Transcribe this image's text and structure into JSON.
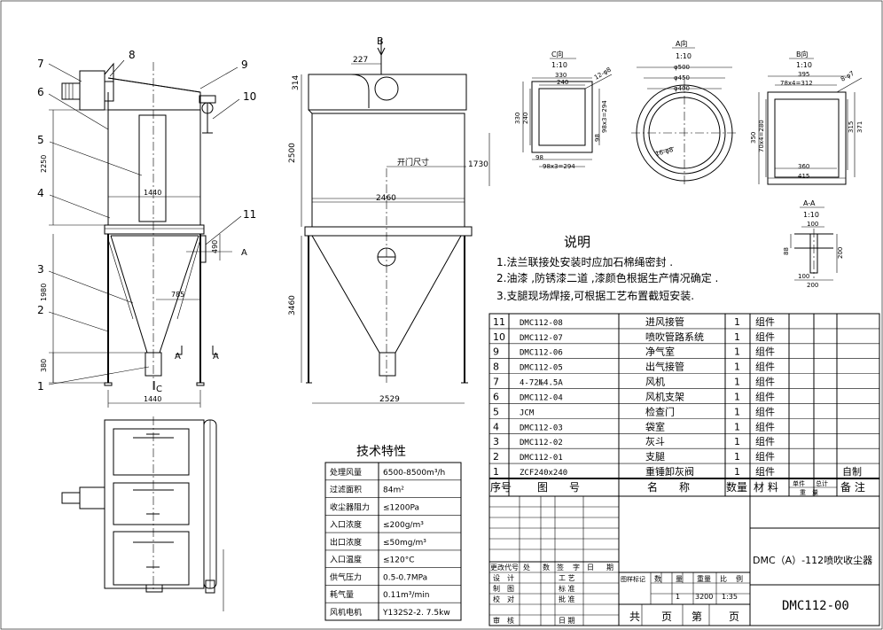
{
  "front_view": {
    "callouts": [
      "7",
      "8",
      "9",
      "6",
      "10",
      "5",
      "4",
      "11",
      "3",
      "2",
      "1"
    ],
    "dims": {
      "d2250": "2250",
      "d1440_top": "1440",
      "d1980": "1980",
      "d380": "380",
      "d1440_bottom": "1440",
      "d490": "490",
      "d785": "785"
    },
    "section_labels": {
      "a_right": "A",
      "a_left1": "A",
      "a_left2": "A",
      "c": "C"
    }
  },
  "side_view": {
    "b_label": "B",
    "dims": {
      "d227": "227",
      "d314": "314",
      "d2500": "2500",
      "d1730": "1730",
      "d2460": "2460",
      "d3460": "3460",
      "d2529": "2529"
    },
    "door_size": "开门尺寸"
  },
  "detail_c": {
    "title": "C向",
    "scale": "1:10",
    "dims": [
      "330",
      "240",
      "330",
      "240",
      "98x3=294",
      "98",
      "98x3=294",
      "98",
      "12-φ8"
    ]
  },
  "detail_a": {
    "title": "A向",
    "scale": "1:10",
    "dims": [
      "φ500",
      "φ450",
      "φ400",
      "16-φ8"
    ]
  },
  "detail_b": {
    "title": "B向",
    "scale": "1:10",
    "dims": [
      "395",
      "78x4=312",
      "8-φ7",
      "350",
      "70x4=280",
      "315",
      "371",
      "360",
      "415"
    ]
  },
  "detail_aa": {
    "title": "A-A",
    "scale": "1:10",
    "dims": [
      "100",
      "88",
      "200",
      "100",
      "200"
    ]
  },
  "notes": {
    "title": "说明",
    "items": [
      "1.法兰联接处安装时应加石棉绳密封 .",
      "2.油漆 ,防锈漆二道 ,漆颜色根据生产情况确定 .",
      "3.支腿现场焊接,可根据工艺布置截短安装."
    ]
  },
  "tech": {
    "title": "技术特性",
    "rows": [
      {
        "k": "处理风量",
        "v": "6500-8500m³/h"
      },
      {
        "k": "过滤面积",
        "v": "84m²"
      },
      {
        "k": "收尘器阻力",
        "v": "≤1200Pa"
      },
      {
        "k": "入口浓度",
        "v": "≤200g/m³"
      },
      {
        "k": "出口浓度",
        "v": "≤50mg/m³"
      },
      {
        "k": "入口温度",
        "v": "≤120°C"
      },
      {
        "k": "供气压力",
        "v": "0.5-0.7MPa"
      },
      {
        "k": "耗气量",
        "v": "0.11m³/min"
      },
      {
        "k": "风机电机",
        "v": "Y132S2-2. 7.5kw"
      }
    ]
  },
  "bom": {
    "rows": [
      {
        "no": "11",
        "code": "DMC112-08",
        "name": "进风接管",
        "qty": "1",
        "mat": "组件",
        "note": ""
      },
      {
        "no": "10",
        "code": "DMC112-07",
        "name": "喷吹管路系统",
        "qty": "1",
        "mat": "组件",
        "note": ""
      },
      {
        "no": "9",
        "code": "DMC112-06",
        "name": "净气室",
        "qty": "1",
        "mat": "组件",
        "note": ""
      },
      {
        "no": "8",
        "code": "DMC112-05",
        "name": "出气接管",
        "qty": "1",
        "mat": "组件",
        "note": ""
      },
      {
        "no": "7",
        "code": "4-72№4.5A",
        "name": "风机",
        "qty": "1",
        "mat": "组件",
        "note": ""
      },
      {
        "no": "6",
        "code": "DMC112-04",
        "name": "风机支架",
        "qty": "1",
        "mat": "组件",
        "note": ""
      },
      {
        "no": "5",
        "code": "JCM",
        "name": "检查门",
        "qty": "1",
        "mat": "组件",
        "note": ""
      },
      {
        "no": "4",
        "code": "DMC112-03",
        "name": "袋室",
        "qty": "1",
        "mat": "组件",
        "note": ""
      },
      {
        "no": "3",
        "code": "DMC112-02",
        "name": "灰斗",
        "qty": "1",
        "mat": "组件",
        "note": ""
      },
      {
        "no": "2",
        "code": "DMC112-01",
        "name": "支腿",
        "qty": "1",
        "mat": "组件",
        "note": ""
      },
      {
        "no": "1",
        "code": "ZCF240x240",
        "name": "重锤卸灰阀",
        "qty": "1",
        "mat": "组件",
        "note": "自制"
      }
    ],
    "header": {
      "no": "序号",
      "code": "图　　号",
      "name": "名　　称",
      "qty": "数量",
      "mat": "材 料",
      "unit": "单件",
      "total": "总计",
      "weight": "重　量",
      "note": "备 注"
    }
  },
  "title_block": {
    "product": "DMC（A）-112喷吹收尘器",
    "drawing_no": "DMC112-00",
    "rev_header": [
      "更改代号",
      "处",
      "数",
      "签",
      "字",
      "日",
      "期"
    ],
    "roles": [
      "设　计",
      "制　图",
      "校　对",
      "审　核"
    ],
    "roles2": [
      "工 艺",
      "标 准",
      "批 准",
      "日 期"
    ],
    "mark_header": [
      "图样标记",
      "数",
      "量",
      "重量",
      "比",
      "例"
    ],
    "qty": "1",
    "weight": "3200",
    "scale": "1:35",
    "sheet": [
      "共",
      "页",
      "第",
      "页"
    ]
  }
}
